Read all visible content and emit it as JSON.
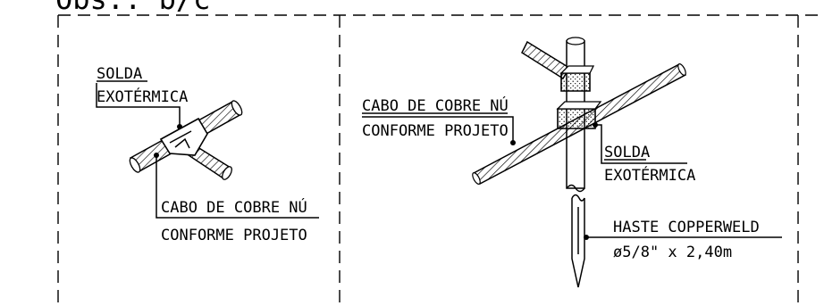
{
  "title": "Obs.: b/c",
  "left_detail": {
    "weld_label": [
      "SOLDA",
      "EXOTÉRMICA"
    ],
    "cable_label": [
      "CABO DE COBRE NÚ",
      "CONFORME PROJETO"
    ]
  },
  "right_detail": {
    "cable_label": [
      "CABO DE COBRE NÚ",
      "CONFORME PROJETO"
    ],
    "weld_label": [
      "SOLDA",
      "EXOTÉRMICA"
    ],
    "rod_label": [
      "HASTE COPPERWELD",
      "ø5/8\" x 2,40m"
    ]
  }
}
